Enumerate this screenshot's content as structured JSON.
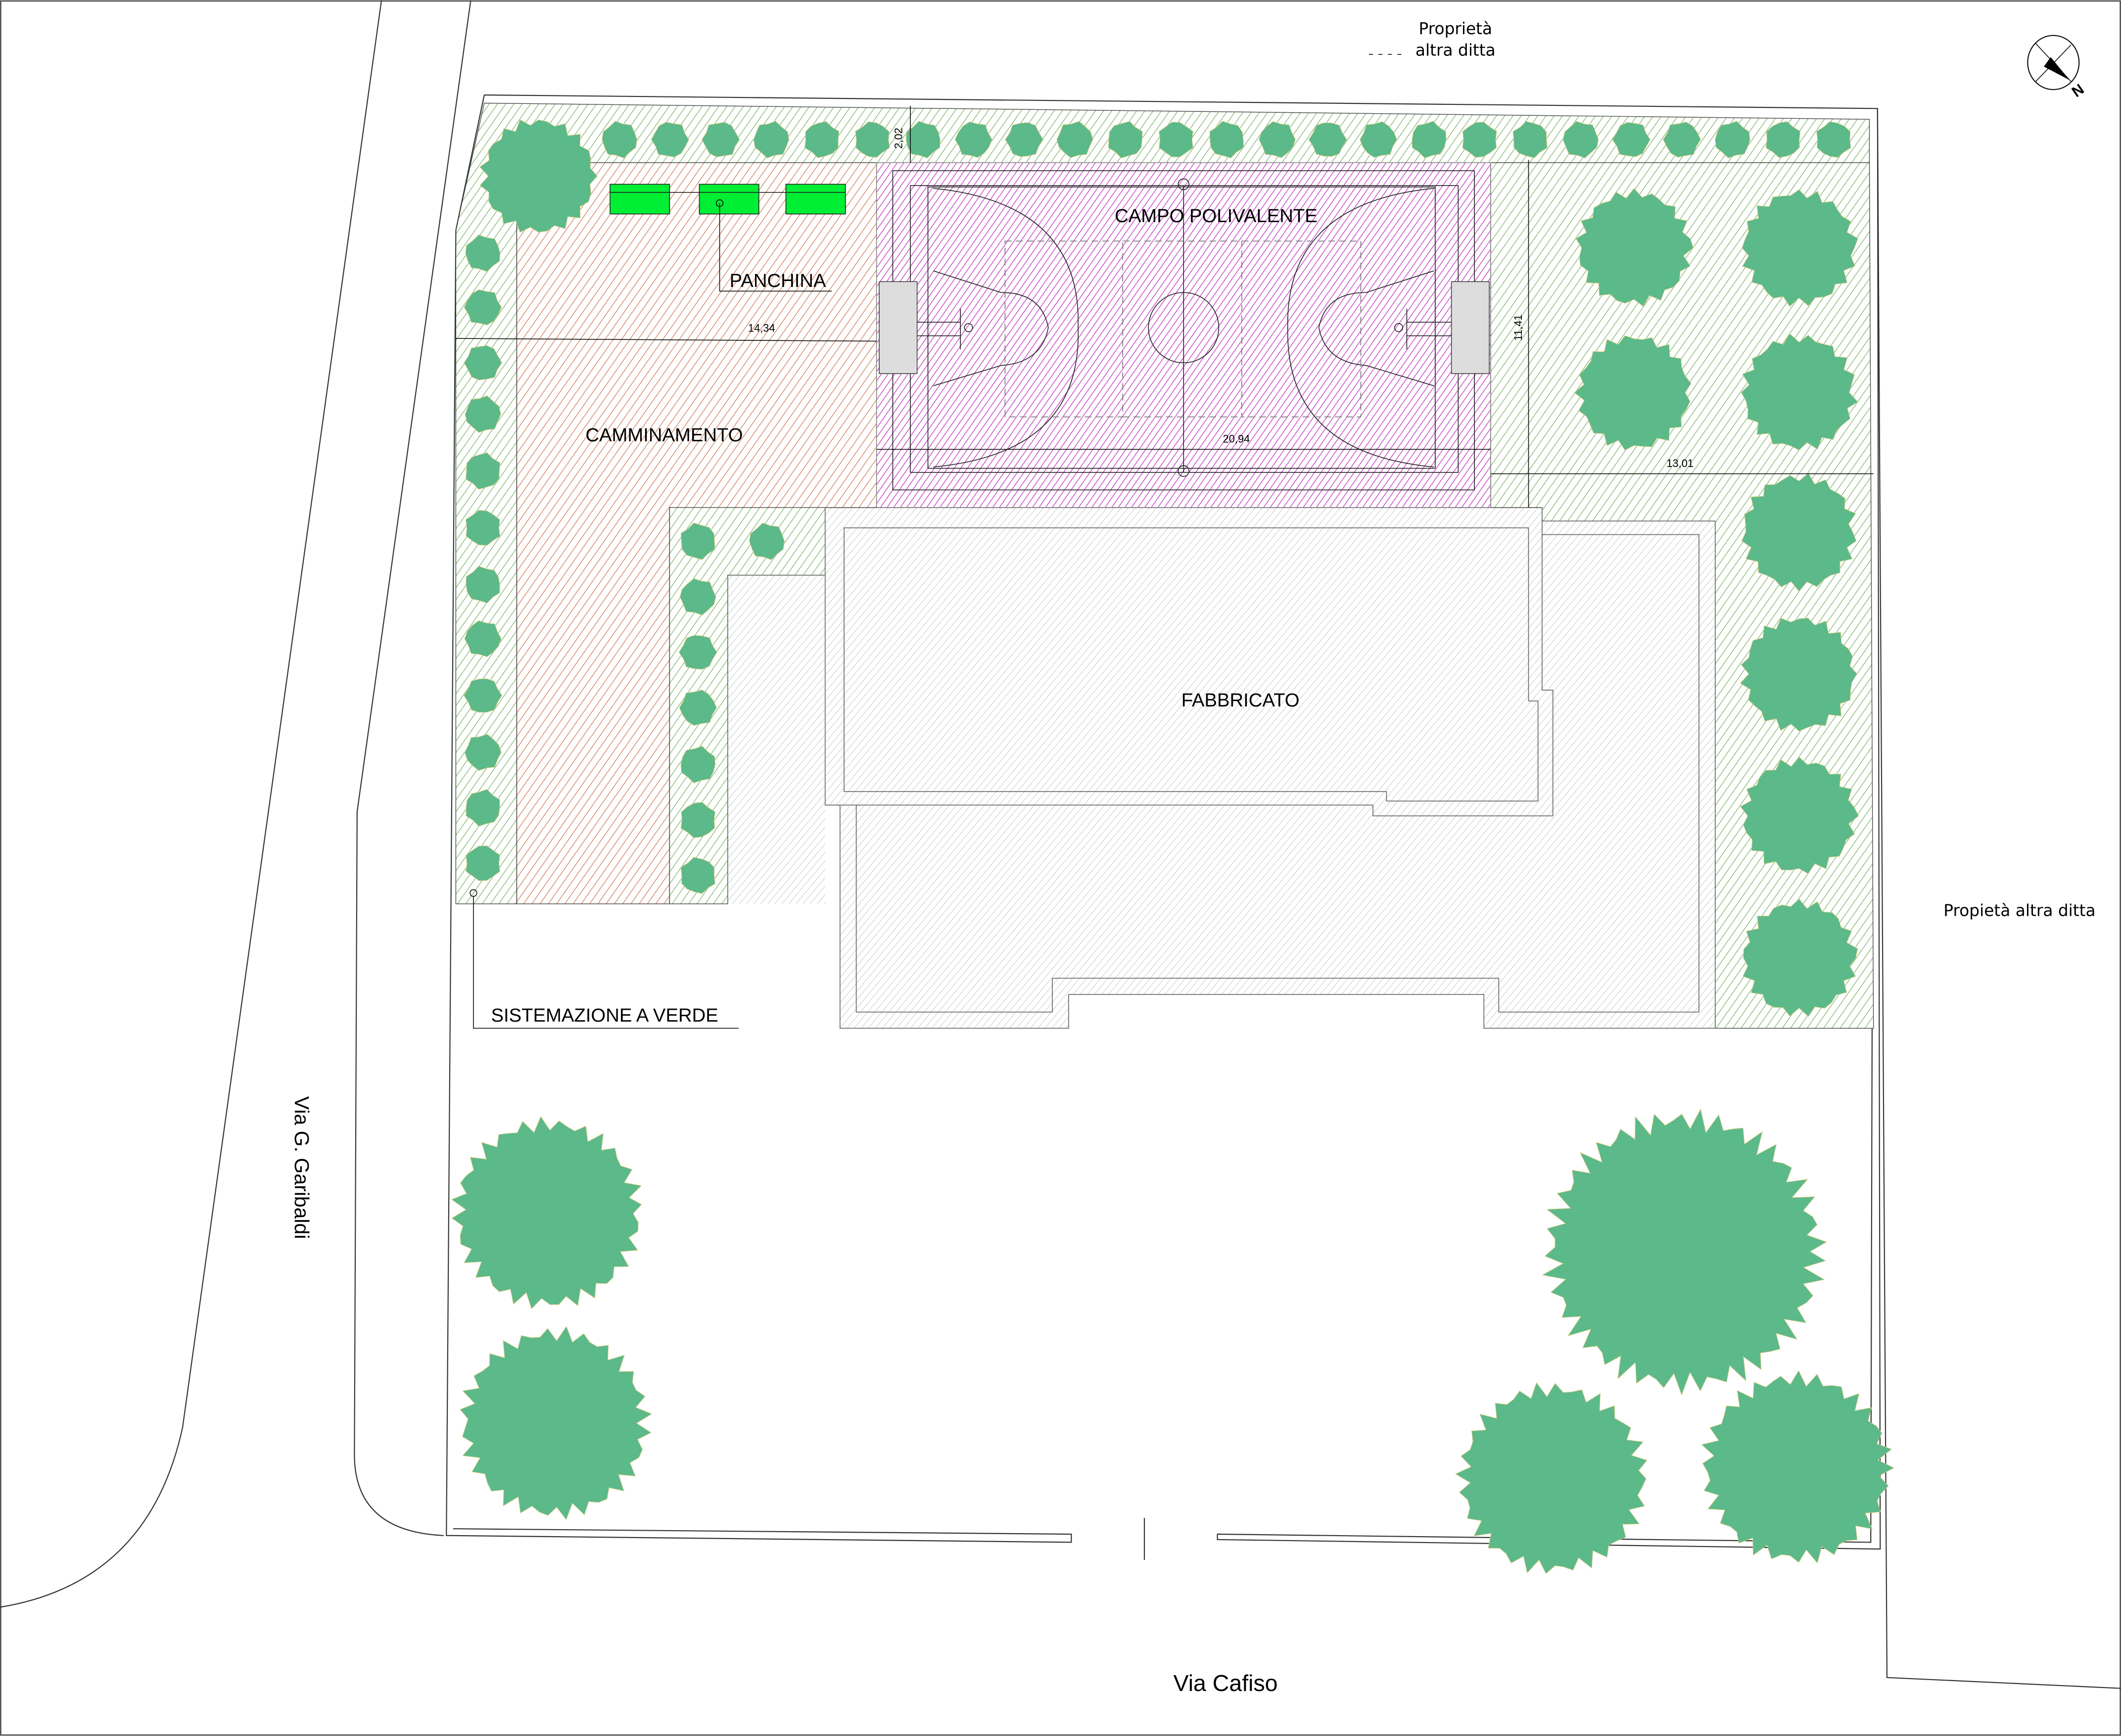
{
  "labels": {
    "campo": "CAMPO POLIVALENTE",
    "panchina": "PANCHINA",
    "camminamento": "CAMMINAMENTO",
    "fabbricato": "FABBRICATO",
    "sistemazione": "SISTEMAZIONE A VERDE",
    "via_garibaldi": "Via G. Garibaldi",
    "via_cafiso": "Via Cafiso",
    "proprieta_top_1": "Proprietà",
    "proprieta_top_2": "altra ditta",
    "proprieta_right": "Propietà altra ditta",
    "north": "N"
  },
  "dimensions": {
    "walkway_width": "14,34",
    "court_length": "20,94",
    "court_width": "11,41",
    "top_strip": "2,02",
    "right_green": "13,01"
  },
  "colors": {
    "green_hatch": "#6aa84f",
    "tree_fill": "#5bb98a",
    "walkway_hatch": "#c8683a",
    "court_hatch": "#c43cc4",
    "building_hatch": "#bbbbbb",
    "bench": "#00ee33"
  }
}
